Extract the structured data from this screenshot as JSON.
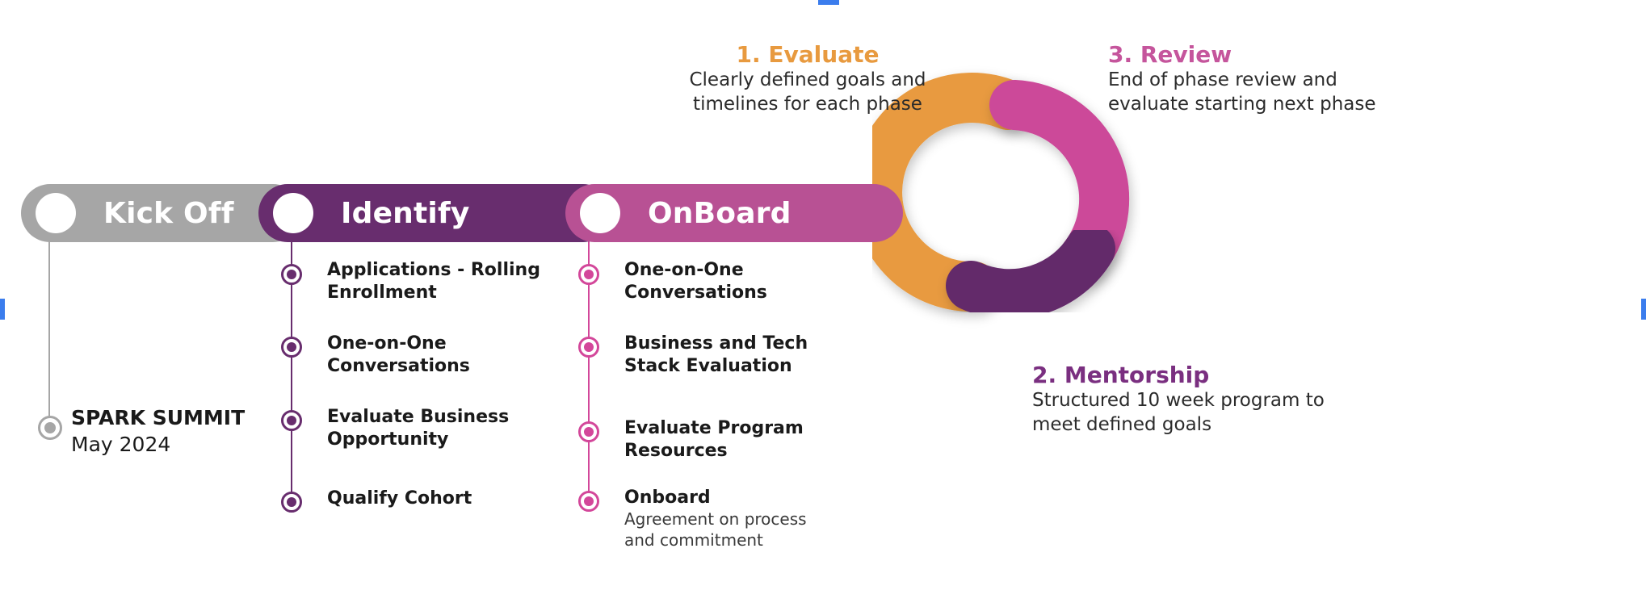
{
  "colors": {
    "grey": "#a6a6a6",
    "purple_bar": "#682d6e",
    "pink_bar": "#b85194",
    "donut_orange": "#e89a3f",
    "donut_pink": "#cc4899",
    "donut_purple": "#64296a",
    "callout_orange": "#e89a3f",
    "callout_pink": "#c5559c",
    "callout_purple": "#7a2f80",
    "node_purple": "#682d6e",
    "node_pink": "#d3479a",
    "node_grey": "#a6a6a6",
    "text_dark": "#1a1a1a",
    "selection_blue": "#3b7ded"
  },
  "phases": [
    {
      "label": "Kick Off",
      "color_key": "grey"
    },
    {
      "label": "Identify",
      "color_key": "purple_bar"
    },
    {
      "label": "OnBoard",
      "color_key": "pink_bar"
    }
  ],
  "summit": {
    "title": "SPARK SUMMIT",
    "date": "May 2024"
  },
  "identify_items": [
    {
      "title": "Applications - Rolling\nEnrollment",
      "sub": ""
    },
    {
      "title": "One-on-One\nConversations",
      "sub": ""
    },
    {
      "title": "Evaluate Business\nOpportunity",
      "sub": ""
    },
    {
      "title": "Qualify Cohort",
      "sub": ""
    }
  ],
  "onboard_items": [
    {
      "title": "One-on-One\nConversations",
      "sub": ""
    },
    {
      "title": "Business and Tech\nStack Evaluation",
      "sub": ""
    },
    {
      "title": "Evaluate Program\nResources",
      "sub": ""
    },
    {
      "title": "Onboard",
      "sub": "Agreement on process\nand commitment"
    }
  ],
  "callouts": [
    {
      "title": "1. Evaluate",
      "body": "Clearly defined goals and\ntimelines for each phase",
      "color_key": "callout_orange"
    },
    {
      "title": "2. Mentorship",
      "body": "Structured 10 week program to\nmeet defined goals",
      "color_key": "callout_purple"
    },
    {
      "title": "3. Review",
      "body": "End of phase review and\nevaluate starting next phase",
      "color_key": "callout_pink"
    }
  ],
  "chart_data": {
    "type": "pie",
    "title": "",
    "labels": [
      "1. Evaluate",
      "2. Mentorship",
      "3. Review"
    ],
    "values": [
      33.3,
      33.3,
      33.3
    ],
    "colors": [
      "#e89a3f",
      "#64296a",
      "#cc4899"
    ],
    "legend": "outside",
    "donut": true,
    "inner_radius_ratio": 0.58,
    "annotations": [
      "Clearly defined goals and timelines for each phase",
      "Structured 10 week program to meet defined goals",
      "End of phase review and evaluate starting next phase"
    ]
  }
}
